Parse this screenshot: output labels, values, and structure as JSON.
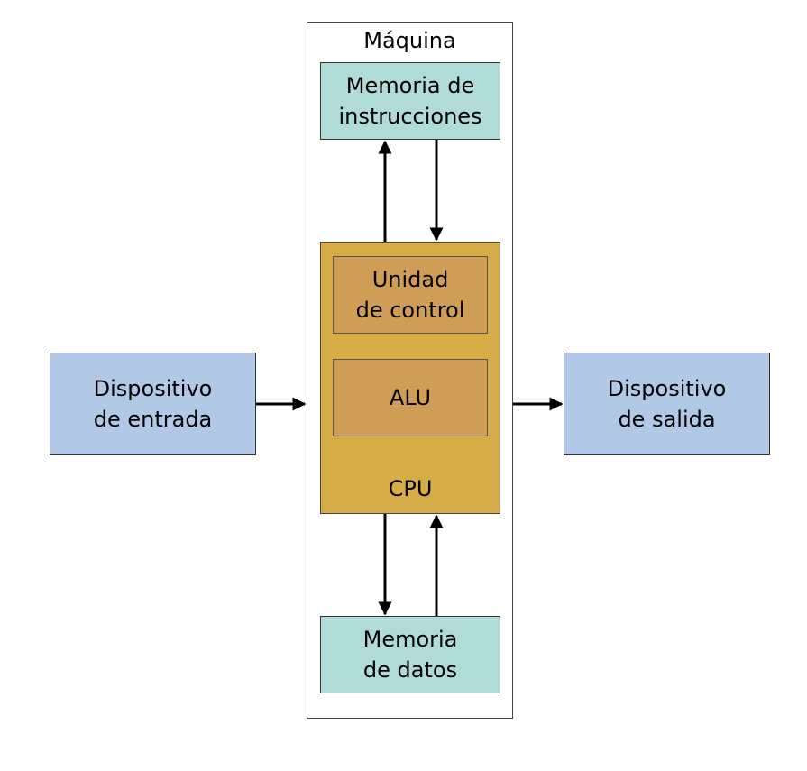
{
  "machine": {
    "title": "Máquina"
  },
  "instruction_memory": {
    "line1": "Memoria de",
    "line2": "instrucciones"
  },
  "cpu": {
    "label": "CPU",
    "control_unit": {
      "line1": "Unidad",
      "line2": "de control"
    },
    "alu": {
      "label": "ALU"
    }
  },
  "data_memory": {
    "line1": "Memoria",
    "line2": "de datos"
  },
  "input_device": {
    "line1": "Dispositivo",
    "line2": "de entrada"
  },
  "output_device": {
    "line1": "Dispositivo",
    "line2": "de salida"
  },
  "colors": {
    "memory": "#b0dbd9",
    "device": "#b1c8e7",
    "cpu": "#d5ac46",
    "cpu_subunit": "#cf9d55"
  },
  "connections": [
    {
      "from": "cpu",
      "to": "instruction_memory"
    },
    {
      "from": "instruction_memory",
      "to": "cpu"
    },
    {
      "from": "cpu",
      "to": "data_memory"
    },
    {
      "from": "data_memory",
      "to": "cpu"
    },
    {
      "from": "input_device",
      "to": "machine"
    },
    {
      "from": "machine",
      "to": "output_device"
    }
  ]
}
